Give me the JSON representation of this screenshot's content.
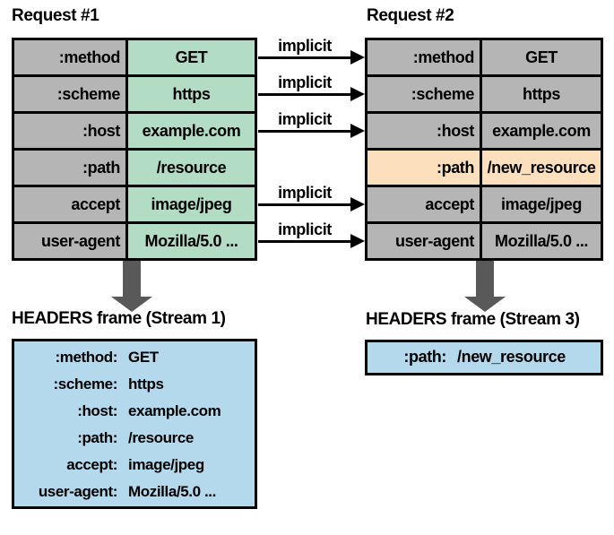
{
  "colors": {
    "gray": "#b5b5b5",
    "green": "#b2dcc3",
    "peach": "#fce0bd",
    "blue": "#b4d9ec",
    "darkgray": "#595959"
  },
  "request1": {
    "title": "Request #1",
    "rows": [
      {
        "name": ":method",
        "value": "GET"
      },
      {
        "name": ":scheme",
        "value": "https"
      },
      {
        "name": ":host",
        "value": "example.com"
      },
      {
        "name": ":path",
        "value": "/resource"
      },
      {
        "name": "accept",
        "value": "image/jpeg"
      },
      {
        "name": "user-agent",
        "value": "Mozilla/5.0 ..."
      }
    ]
  },
  "request2": {
    "title": "Request #2",
    "rows": [
      {
        "name": ":method",
        "value": "GET"
      },
      {
        "name": ":scheme",
        "value": "https"
      },
      {
        "name": ":host",
        "value": "example.com"
      },
      {
        "name": ":path",
        "value": "/new_resource",
        "highlight": true
      },
      {
        "name": "accept",
        "value": "image/jpeg"
      },
      {
        "name": "user-agent",
        "value": "Mozilla/5.0 ..."
      }
    ]
  },
  "arrows": {
    "labels": [
      "implicit",
      "implicit",
      "implicit",
      "implicit",
      "implicit"
    ]
  },
  "frame1": {
    "title": "HEADERS frame (Stream 1)",
    "rows": [
      {
        "name": ":method:",
        "value": "GET"
      },
      {
        "name": ":scheme:",
        "value": "https"
      },
      {
        "name": ":host:",
        "value": "example.com"
      },
      {
        "name": ":path:",
        "value": "/resource"
      },
      {
        "name": "accept:",
        "value": "image/jpeg"
      },
      {
        "name": "user-agent:",
        "value": "Mozilla/5.0 ..."
      }
    ]
  },
  "frame3": {
    "title": "HEADERS frame (Stream 3)",
    "rows": [
      {
        "name": ":path:",
        "value": "/new_resource"
      }
    ]
  }
}
